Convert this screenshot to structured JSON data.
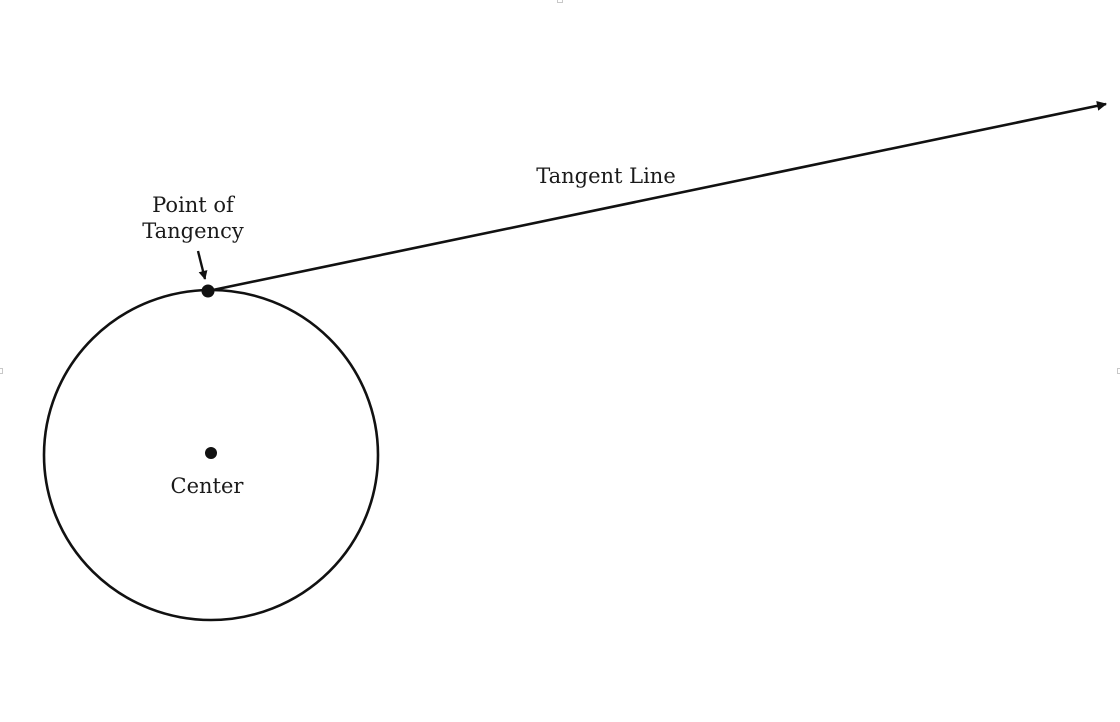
{
  "diagram": {
    "labels": {
      "tangent_line": "Tangent Line",
      "point_of_tangency_line1": "Point of",
      "point_of_tangency_line2": "Tangency",
      "center": "Center"
    },
    "colors": {
      "stroke": "#111111",
      "background": "#ffffff",
      "handle_border": "#c8c8c8"
    }
  }
}
